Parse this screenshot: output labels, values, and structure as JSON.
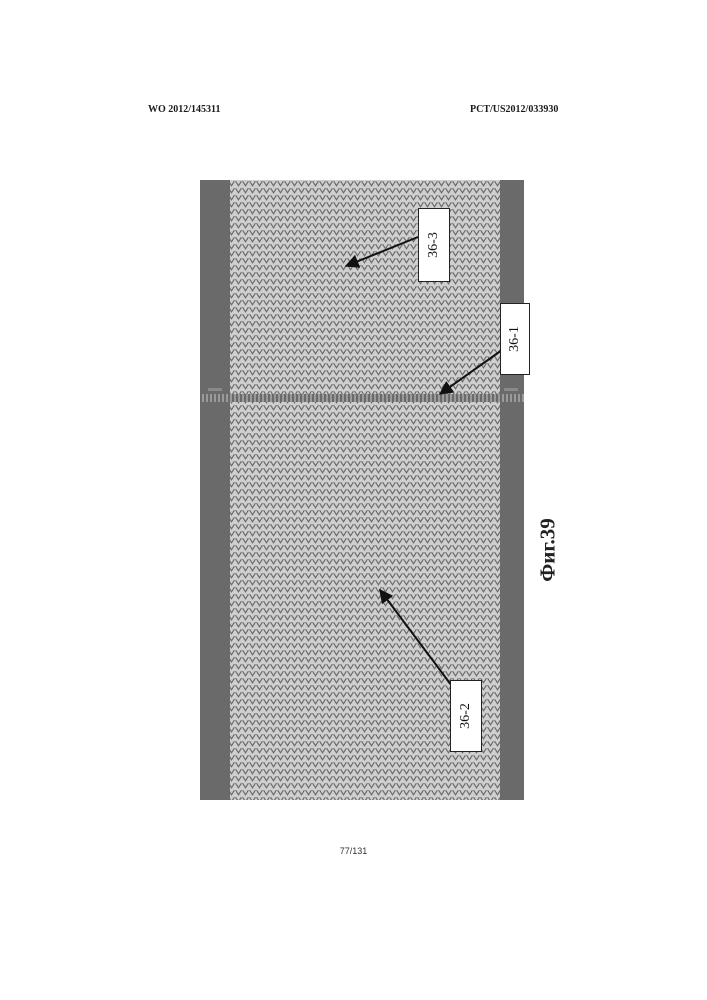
{
  "header": {
    "publication_number": "WO 2012/145311",
    "application_number": "PCT/US2012/033930"
  },
  "figure": {
    "labels": {
      "region_36_3": "36-3",
      "seam_36_1": "36-1",
      "region_36_2": "36-2"
    },
    "caption": "Фиг.39"
  },
  "footer": {
    "page_number": "77/131"
  },
  "colors": {
    "border_strip": "#6a6a6a",
    "mesh_background": "#cbcbcb",
    "mesh_dots": "#6f6f6f",
    "label_border": "#222222"
  }
}
